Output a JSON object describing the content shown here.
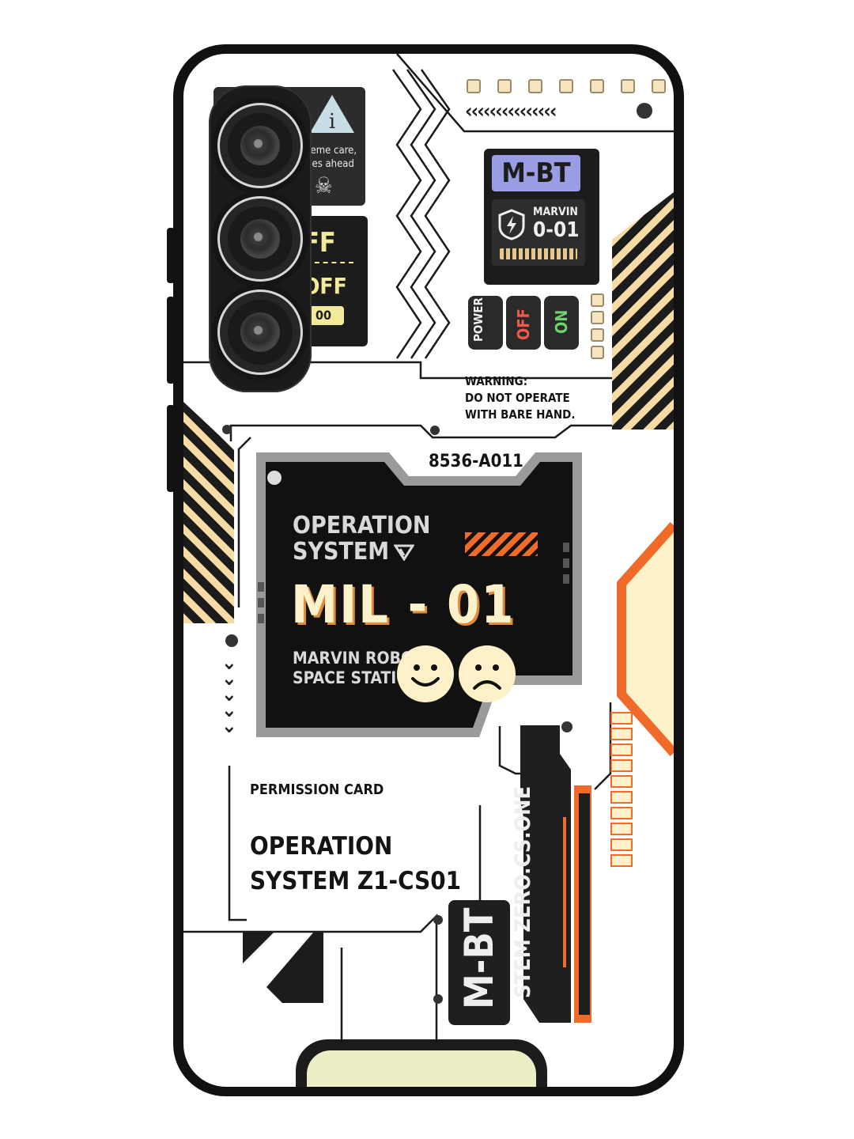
{
  "case": {
    "colors": {
      "frame": "#111111",
      "plate": "#ffffff",
      "cream": "#fcf1c9",
      "orange": "#f06a2a",
      "dark": "#1c1c1c",
      "lavender": "#9a9de3"
    },
    "warning_tile": {
      "line1": "reme care,",
      "line2": "lies ahead"
    },
    "off_tile": {
      "top": "FF",
      "bottom": "OFF",
      "counter": "00"
    },
    "mbt_badge": {
      "title": "M-BT",
      "name": "MARVIN",
      "code": "0-01"
    },
    "power_switch": {
      "power": "POWER",
      "off": "OFF",
      "on": "ON"
    },
    "warning_note": {
      "line1": "WARNING:",
      "line2": "DO NOT OPERATE",
      "line3": "WITH BARE HAND."
    },
    "screen": {
      "tag": "8536-A011",
      "os_line1": "OPERATION",
      "os_line2": "SYSTEM",
      "main": "MIL - 01",
      "sub1": "MARVIN ROBOT",
      "sub2": "SPACE STATION"
    },
    "permission": {
      "title": "PERMISSION CARD",
      "line1": "OPERATION",
      "line2": "SYSTEM Z1-CS01"
    },
    "vertical_label": "STEM ZERO.CS.ONE",
    "mbt_vertical": "M-BT",
    "icons": [
      "camera-lens-icon",
      "warning-triangle-icon",
      "skull-icon",
      "lightning-shield-icon",
      "triangle-logo-icon",
      "smile-face-icon",
      "sad-face-icon",
      "screw-icon",
      "chevron-icon"
    ]
  }
}
